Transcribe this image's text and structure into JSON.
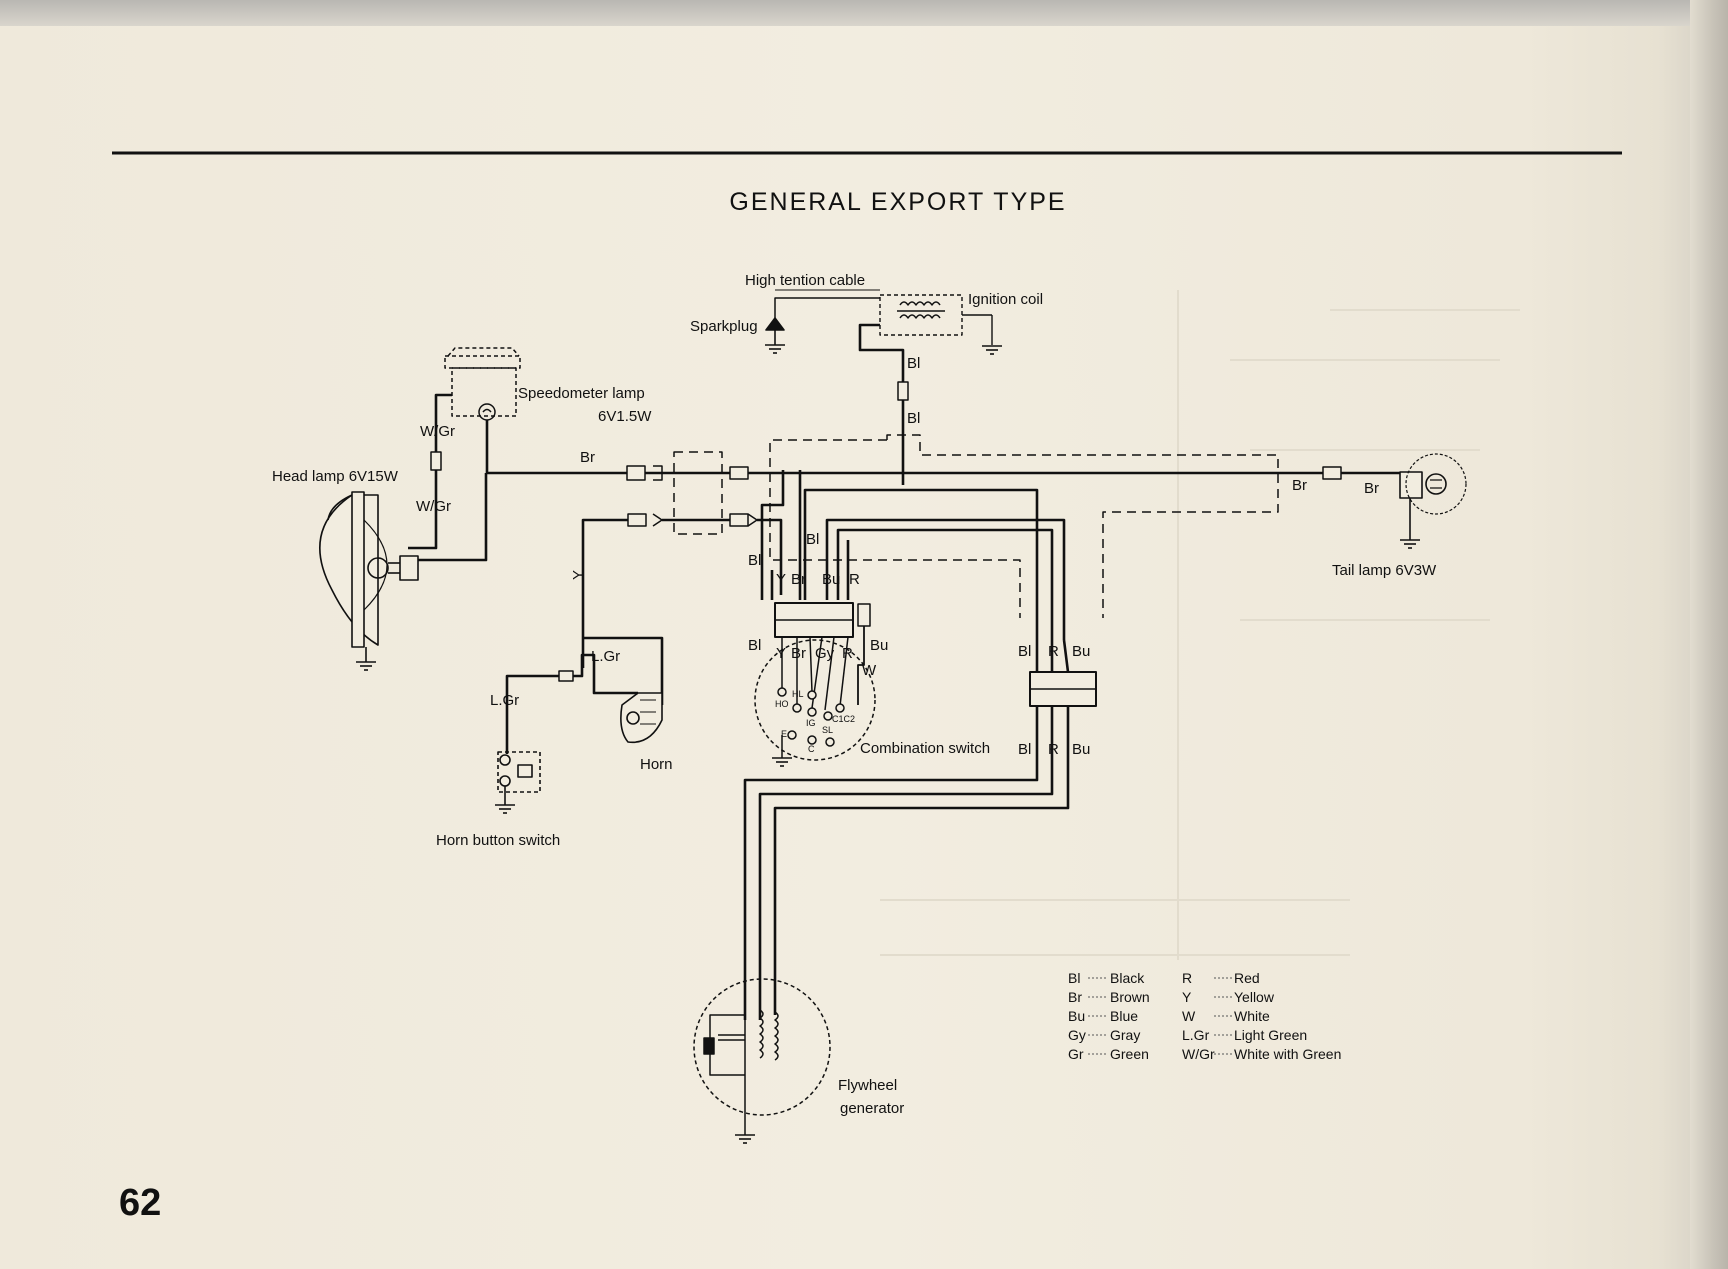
{
  "title": "GENERAL EXPORT TYPE",
  "page_number": "62",
  "components": {
    "high_tension_cable": "High tention cable",
    "ignition_coil": "Ignition coil",
    "sparkplug": "Sparkplug",
    "speedometer_lamp": "Speedometer lamp",
    "speedometer_lamp_rating": "6V1.5W",
    "head_lamp": "Head lamp 6V15W",
    "tail_lamp": "Tail lamp 6V3W",
    "horn": "Horn",
    "horn_button_switch": "Horn button switch",
    "combination_switch": "Combination switch",
    "flywheel_generator_line1": "Flywheel",
    "flywheel_generator_line2": "generator"
  },
  "wire_labels": {
    "bl": "Bl",
    "br": "Br",
    "y": "Y",
    "bu": "Bu",
    "r": "R",
    "gy": "Gy",
    "w": "W",
    "w_gr": "W/Gr",
    "l_gr": "L.Gr"
  },
  "switch_terminals": {
    "ho": "HO",
    "hl": "HL",
    "ig": "IG",
    "e": "E",
    "sl": "SL",
    "c": "C",
    "c1c2": "C1C2"
  },
  "legend": [
    {
      "code": "Bl",
      "name": "Black"
    },
    {
      "code": "Br",
      "name": "Brown"
    },
    {
      "code": "Bu",
      "name": "Blue"
    },
    {
      "code": "Gy",
      "name": "Gray"
    },
    {
      "code": "Gr",
      "name": "Green"
    },
    {
      "code": "R",
      "name": "Red"
    },
    {
      "code": "Y",
      "name": "Yellow"
    },
    {
      "code": "W",
      "name": "White"
    },
    {
      "code": "L.Gr",
      "name": "Light Green"
    },
    {
      "code": "W/Gr",
      "name": "White with Green"
    }
  ],
  "colors": {
    "paper": "#f2ede0",
    "ink": "#111111"
  }
}
